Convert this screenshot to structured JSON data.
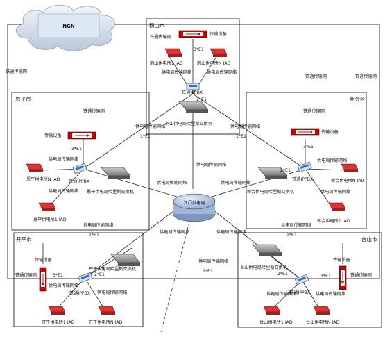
{
  "ngn": "NGN",
  "center": "江门供电局",
  "cities": {
    "heshan": "鹤山市",
    "enping": "恩平市",
    "xinhui": "新会区",
    "kaiping": "开平市",
    "taishan": "台山市"
  },
  "labels": {
    "rail_net": "铁通传输网",
    "trans_equip": "传输设备",
    "e1_3": "3*E1",
    "e1_2": "2*E1",
    "e1_1": "1*E1",
    "power_net": "供电局传输网络",
    "rail_ippbx": "铁通IPPBX"
  },
  "devices": {
    "heshan_iad1": "鹤山供电所1 IAD",
    "heshan_iadn": "鹤山供电所N IAD",
    "heshan_switch": "鹤山供电局哈里斯交换机",
    "enping_iadn": "恩平供电所N IAD",
    "enping_iad1": "恩平供电所1 IAD",
    "enping_switch": "恩平供电局哈里斯交换机",
    "xinhui_iadn": "新会供电所N IAD",
    "xinhui_iad1": "新会供电所1 IAD",
    "xinhui_switch": "新会供电局哈里斯交换机",
    "kaiping_switch": "开平供电局哈里斯交换机",
    "kaiping_iad1": "开平供电所1 IAD",
    "kaiping_iadn": "开平供电所N IAD",
    "taishan_switch": "台山供电局哈里斯交换机",
    "taishan_iad1": "台山供电所1 IAD",
    "taishan_iadn": "台山供电所N IAD"
  }
}
